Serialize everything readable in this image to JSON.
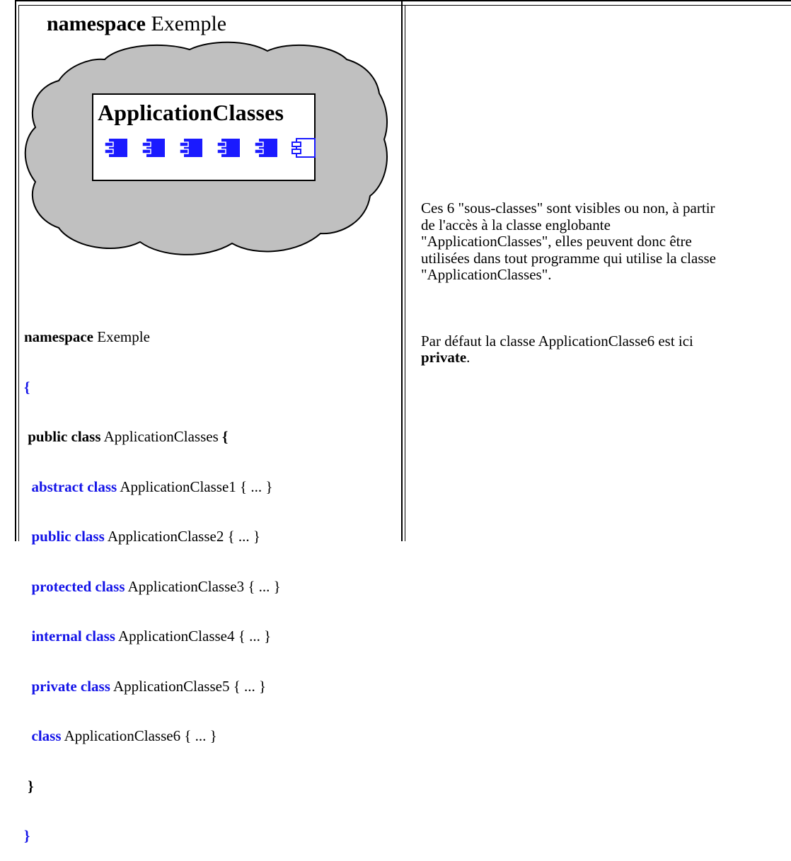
{
  "diagram": {
    "namespace_keyword": "namespace",
    "namespace_name": "Exemple",
    "class_box_title": "ApplicationClasses",
    "component_icons": [
      {
        "icon": "component-icon-filled",
        "color": "#1a1aff"
      },
      {
        "icon": "component-icon-filled",
        "color": "#1a1aff"
      },
      {
        "icon": "component-icon-filled",
        "color": "#1a1aff"
      },
      {
        "icon": "component-icon-filled",
        "color": "#1a1aff"
      },
      {
        "icon": "component-icon-filled",
        "color": "#1a1aff"
      },
      {
        "icon": "component-icon-outline",
        "color": "#1a1aff"
      }
    ],
    "cloud_color": "#c0c0c0"
  },
  "code": {
    "line1_kw": "namespace",
    "line1_text": " Exemple",
    "line2_brace": "{",
    "line3_kw": "public class",
    "line3_text": " ApplicationClasses ",
    "line3_brace": "{",
    "classes": [
      {
        "modifier": "abstract class",
        "text": " ApplicationClasse1 { ... }"
      },
      {
        "modifier": "public class",
        "text": " ApplicationClasse2 { ... }"
      },
      {
        "modifier": "protected class",
        "text": " ApplicationClasse3 { ... }"
      },
      {
        "modifier": "internal class",
        "text": " ApplicationClasse4 { ... }"
      },
      {
        "modifier": "private class",
        "text": " ApplicationClasse5 { ... }"
      },
      {
        "modifier": "class",
        "text": " ApplicationClasse6 { ... }"
      }
    ],
    "close_inner": "}",
    "close_outer": "}"
  },
  "right": {
    "para1_lines": [
      "Ces 6 \"sous-classes\" sont visibles ou non, à partir",
      "de l'accès à la classe englobante",
      "\"ApplicationClasses\", elles peuvent donc être",
      "utilisées dans tout programme qui utilise la classe",
      "\"ApplicationClasses\"."
    ],
    "para2_line1": "Par défaut la classe ApplicationClasse6 est ici",
    "para2_bold": "private",
    "para2_end": "."
  },
  "colors": {
    "keyword_blue": "#1414e8",
    "border": "#000000"
  }
}
